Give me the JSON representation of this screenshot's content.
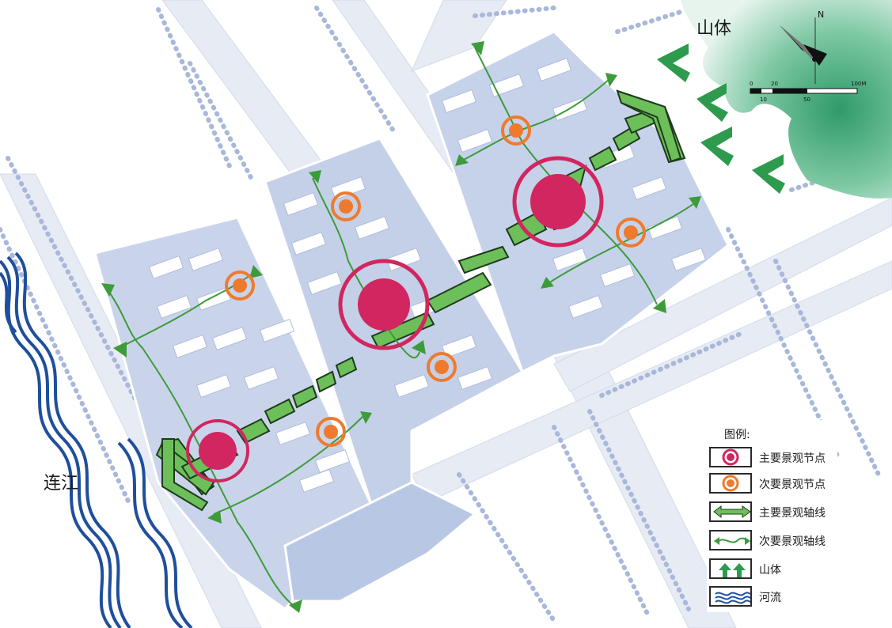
{
  "labels": {
    "mountain": "山体",
    "river": "连江"
  },
  "compass": {
    "north": "N",
    "scale_top": [
      "0",
      "20",
      "100M"
    ],
    "scale_bottom": [
      "10",
      "50"
    ]
  },
  "legend": {
    "title": "图例:",
    "items": [
      {
        "label": "主要景观节点",
        "icon": "primary-node-icon"
      },
      {
        "label": "次要景观节点",
        "icon": "secondary-node-icon"
      },
      {
        "label": "主要景观轴线",
        "icon": "primary-axis-icon"
      },
      {
        "label": "次要景观轴线",
        "icon": "secondary-axis-icon"
      },
      {
        "label": "山体",
        "icon": "mountain-arrow-icon"
      },
      {
        "label": "河流",
        "icon": "river-wave-icon"
      }
    ]
  },
  "colors": {
    "primary_node": "#d1265f",
    "secondary_node": "#ef7a2d",
    "axis_green": "#5bb84a",
    "mountain_green": "#2e9a4e",
    "river_blue": "#1f4f9c",
    "site_blue": "#c7d3ea",
    "road": "#e8edf6"
  }
}
